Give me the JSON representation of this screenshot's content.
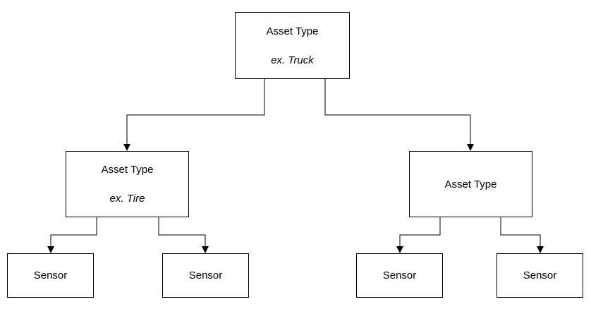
{
  "diagram": {
    "root": {
      "title": "Asset Type",
      "example": "ex. Truck"
    },
    "left_child": {
      "title": "Asset Type",
      "example": "ex. Tire"
    },
    "right_child": {
      "title": "Asset Type"
    },
    "sensors": [
      {
        "label": "Sensor"
      },
      {
        "label": "Sensor"
      },
      {
        "label": "Sensor"
      },
      {
        "label": "Sensor"
      }
    ],
    "line_color": "#000000",
    "background_color": "#ffffff"
  }
}
